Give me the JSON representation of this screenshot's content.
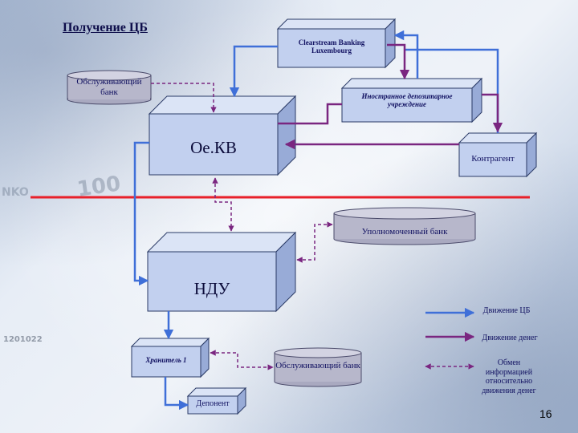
{
  "title": "Получение ЦБ",
  "nodes": {
    "clearstream": "Clearstream Banking Luxembourg",
    "serving_bank_top": "Обслуживающий банк",
    "foreign_depository": "Иностранное депозитарное учреждение",
    "oekv": "Ое.КВ",
    "counterparty": "Контрагент",
    "authorized_bank": "Уполномоченный банк",
    "ndu": "НДУ",
    "custodian": "Хранитель 1",
    "serving_bank_bottom": "Обслуживающий банк",
    "depositor": "Депонент"
  },
  "legend": {
    "securities_movement": "Движение ЦБ",
    "money_movement": "Движение денег",
    "info_exchange": "Обмен информацией относительно движения денег"
  },
  "page_number": "16",
  "background_text": [
    "100",
    "NKO",
    "1201022"
  ],
  "colors": {
    "securities_line": "#3f6fd8",
    "money_line": "#7a2680",
    "info_line": "#7a2680",
    "divider": "#e8202a",
    "box_front": "#c2d0ef",
    "box_top": "#dbe4f6",
    "box_side": "#98abd7",
    "box_edge": "#2a3a66"
  }
}
